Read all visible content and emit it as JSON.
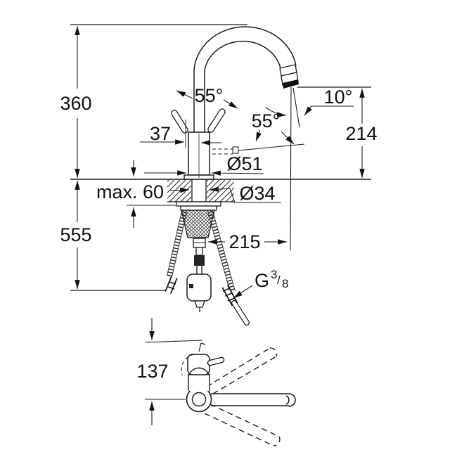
{
  "drawing": {
    "labels": {
      "height_above_deck": "360",
      "height_below_deck": "555",
      "handle_offset": "37",
      "max_counter_thickness": "max. 60",
      "handle_swing_angle": "55°",
      "spray_swing_angle": "55°",
      "spout_tip_angle": "10°",
      "outlet_height": "214",
      "body_diameter": "Ø51",
      "hole_diameter": "Ø34",
      "spout_reach": "215",
      "thread_g": "G",
      "thread_numerator": "3",
      "thread_slash": "/",
      "thread_denominator": "8",
      "plan_depth": "137"
    },
    "colors": {
      "line": "#1a1a1a",
      "background": "#ffffff"
    }
  }
}
